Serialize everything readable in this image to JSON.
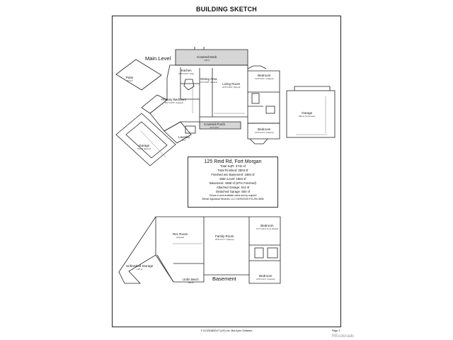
{
  "header": {
    "title": "BUILDING SKETCH"
  },
  "levels": {
    "main": "Main Level",
    "basement": "Basement"
  },
  "rooms": {
    "patio": {
      "name": "Patio",
      "size": "16'x14'"
    },
    "kitchen": {
      "name": "Kitchen",
      "size": "15'0\"x10'0\" (Tile)"
    },
    "covered_deck": {
      "name": "Covered Deck",
      "size": "128 sf"
    },
    "dining": {
      "name": "Dining Area",
      "size": "10'3\"x8'8\" (Wood)"
    },
    "living": {
      "name": "Living Room",
      "size": "22'0\"x18'0\" (Wood)"
    },
    "bedroom1": {
      "name": "Bedroom",
      "size": "12'8\"x12'1\" (Carpet)"
    },
    "primary": {
      "name": "Primary Bedroom",
      "size": "16'2\"x13'9\" (Carpet)"
    },
    "garage_att": {
      "name": "Garage",
      "size": "512 sf (Epoxy)"
    },
    "covered_porch": {
      "name": "Covered Porch",
      "size": "21'0\"x8'0\""
    },
    "bedroom2": {
      "name": "Bedroom",
      "size": "14'0\"x12'4\" (Carpet)"
    },
    "laundry": {
      "name": "Laundry",
      "size": "8'x7'"
    },
    "garage_det": {
      "name": "Garage",
      "size": "584 sf (Concrete)"
    },
    "rec_room": {
      "name": "Rec Room",
      "size": "(Carpet)"
    },
    "family_room": {
      "name": "Family Room",
      "size": "20'0\"x17'7\" (Carpet)"
    },
    "bedroom3": {
      "name": "Bedroom",
      "size": "11'7\"x14'2\" (Lux Wood)"
    },
    "unfinished": {
      "name": "Unfinished Storage",
      "size": "145 sf"
    },
    "unfin_mech": {
      "name": "Unfin Mech",
      "size": "195 sf"
    },
    "bedroom4": {
      "name": "Bedroom",
      "size": "11'8\"x12'1\" (Carpet)"
    }
  },
  "info": {
    "address": "125 Reid Rd, Fort Morgan",
    "lines": [
      "Total SqFt: 3742 sf",
      "Total Finished: 3503 sf",
      "Finished w/o Basement: 1884 sf",
      "Main Level: 1884 sf",
      "Basement: 1858 sf (87% Finished)",
      "Attached Garage: 512 sf",
      "Detached Garage: 584 sf"
    ],
    "note": "*Scope of work available online and by request*",
    "company": "Breuer Appraisal Services, LLC 01/09/2026  970-290-3836"
  },
  "footer": {
    "copyright": "© iLOOKABOUT (US) Inc. dba Apex Software",
    "page": "Page 1",
    "watermark": "REcolorado"
  }
}
